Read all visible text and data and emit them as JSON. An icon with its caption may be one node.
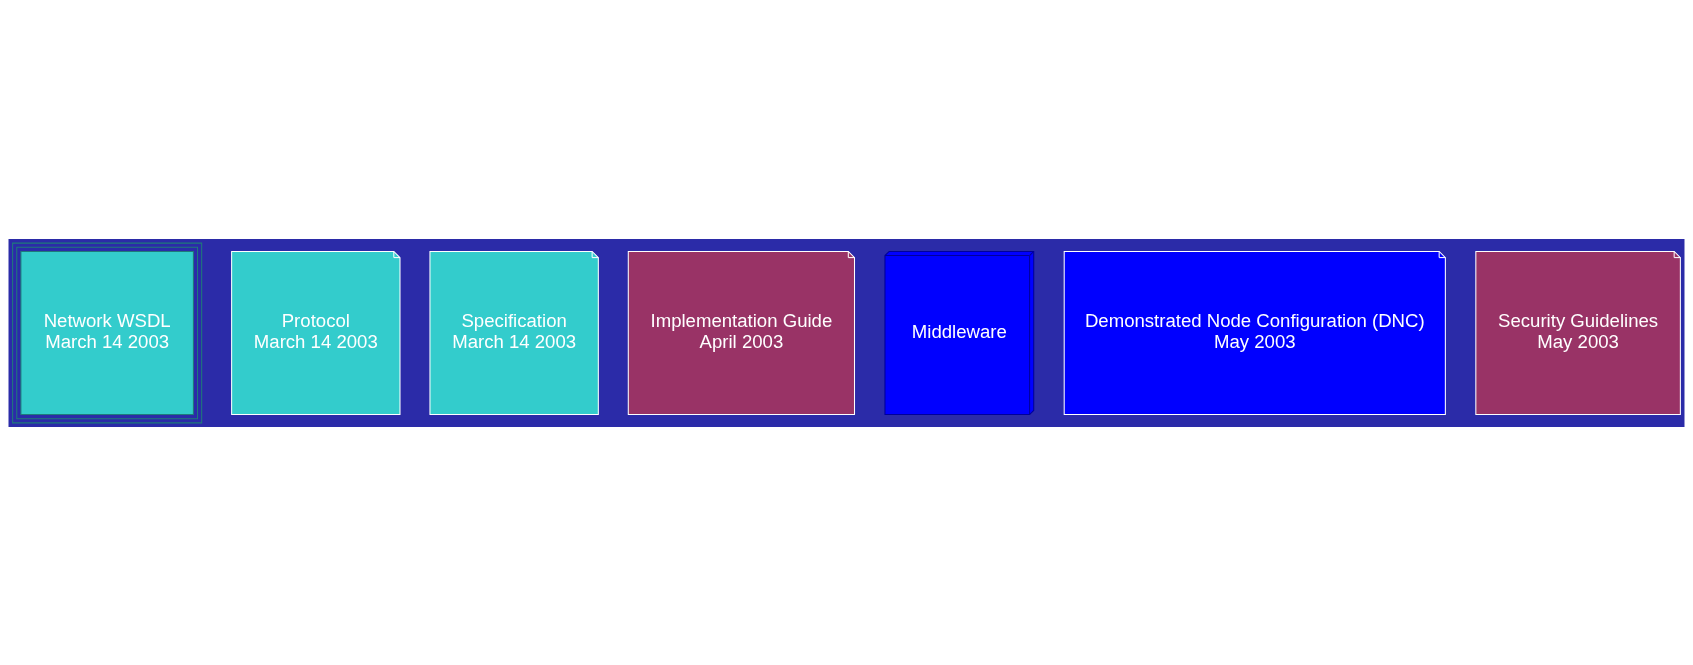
{
  "diagram": {
    "nodes": [
      {
        "text": [
          "Network WSDL",
          "March 14 2003"
        ]
      },
      {
        "text": [
          "Protocol",
          "March 14 2003"
        ]
      },
      {
        "text": [
          "Specification",
          "March 14 2003"
        ]
      },
      {
        "text": [
          "Implementation Guide",
          "April 2003"
        ]
      },
      {
        "text": [
          "Middleware"
        ]
      },
      {
        "text": [
          "Demonstrated Node Configuration (DNC)",
          "May 2003"
        ]
      },
      {
        "text": [
          "Security Guidelines",
          "May 2003"
        ]
      }
    ]
  }
}
